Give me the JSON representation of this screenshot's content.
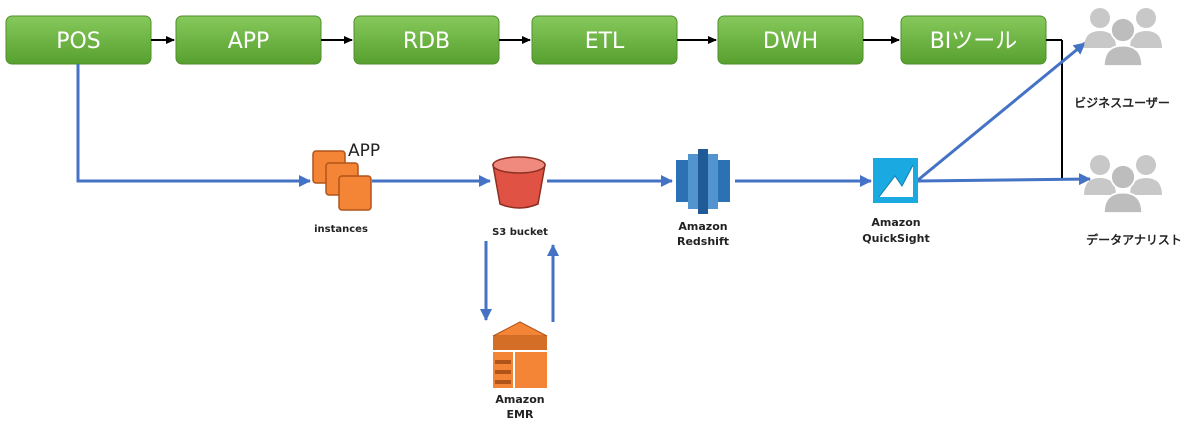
{
  "colors": {
    "box_top": "#7dc352",
    "box_bottom": "#5aa132",
    "box_border": "#4e8f2b",
    "flow_black": "#000000",
    "flow_blue": "#4472c4",
    "orange": "#f58536",
    "orange_dark": "#b0541a",
    "s3_red": "#e05243",
    "redshift_blue": "#2e73b8",
    "quicksight_blue": "#1ba9e1",
    "user_gray": "#c8c8c8"
  },
  "pipeline": {
    "boxes": [
      "POS",
      "APP",
      "RDB",
      "ETL",
      "DWH",
      "BIツール"
    ]
  },
  "aws": {
    "app_title": "APP",
    "instances_label": "instances",
    "s3_label": "S3 bucket",
    "redshift_label_1": "Amazon",
    "redshift_label_2": "Redshift",
    "emr_label_1": "Amazon",
    "emr_label_2": "EMR",
    "quicksight_label_1": "Amazon",
    "quicksight_label_2": "QuickSight"
  },
  "users": {
    "business": "ビジネスユーザー",
    "analyst": "データアナリスト"
  },
  "icons": [
    "ec2-instances-icon",
    "s3-bucket-icon",
    "redshift-icon",
    "emr-icon",
    "quicksight-icon",
    "users-icon"
  ]
}
